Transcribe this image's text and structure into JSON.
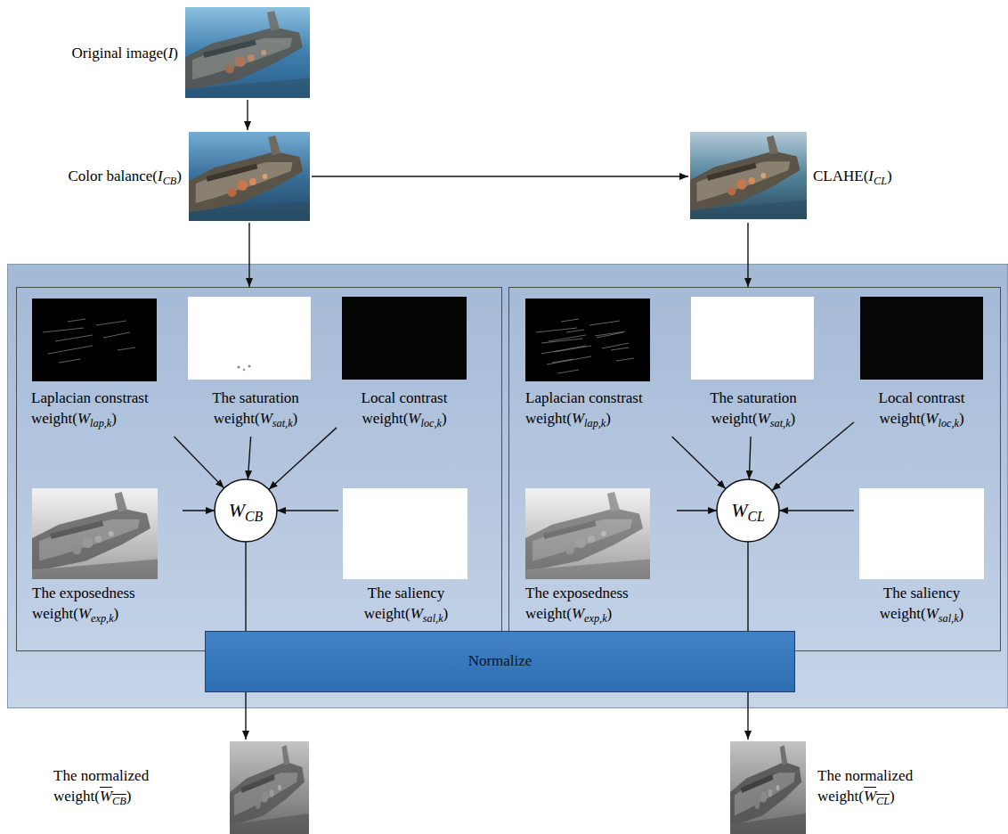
{
  "diagram": {
    "nodes": [
      {
        "text": [
          "Original image(I)"
        ]
      },
      {
        "text": [
          "Color balance(ICB)"
        ]
      },
      {
        "text": [
          "CLAHE(ICL)"
        ]
      },
      {
        "text": []
      },
      {
        "text": [],
        "in": 3
      },
      {
        "text": [
          "Laplacian constrast weight(Wlap,k)"
        ],
        "in": 4
      },
      {
        "text": [
          "The saturation weight(Wsat,k)"
        ],
        "in": 4
      },
      {
        "text": [
          "Local contrast weight(Wloc,k)"
        ],
        "in": 4
      },
      {
        "text": [
          "The exposedness weight(Wexp,k)"
        ],
        "in": 4
      },
      {
        "text": [
          "WCB"
        ],
        "in": 4
      },
      {
        "text": [
          "The saliency weight(Wsal,k)"
        ],
        "in": 4
      },
      {
        "text": [],
        "in": 3
      },
      {
        "text": [
          "Laplacian constrast weight(Wlap,k)"
        ],
        "in": 11
      },
      {
        "text": [
          "The saturation weight(Wsat,k)"
        ],
        "in": 11
      },
      {
        "text": [
          "Local contrast weight(Wloc,k)"
        ],
        "in": 11
      },
      {
        "text": [
          "The exposedness weight(Wexp,k)"
        ],
        "in": 11
      },
      {
        "text": [
          "WCL"
        ],
        "in": 11
      },
      {
        "text": [
          "The saliency weight(Wsal,k)"
        ],
        "in": 11
      },
      {
        "text": [
          "Normalize"
        ],
        "in": 3
      },
      {
        "text": [
          "The normalized weight(WCB)"
        ]
      },
      {
        "text": [
          "The normalized weight(WCL)"
        ]
      }
    ],
    "edges": [
      {
        "from": 0,
        "to": 1,
        "arrow": "to"
      },
      {
        "from": 1,
        "to": 2,
        "arrow": "to"
      },
      {
        "from": 1,
        "to": 4,
        "arrow": "to"
      },
      {
        "from": 2,
        "to": 11,
        "arrow": "to"
      },
      {
        "from": 5,
        "to": 9,
        "arrow": "to"
      },
      {
        "from": 6,
        "to": 9,
        "arrow": "to"
      },
      {
        "from": 7,
        "to": 9,
        "arrow": "to"
      },
      {
        "from": 8,
        "to": 9,
        "arrow": "to"
      },
      {
        "from": 10,
        "to": 9,
        "arrow": "to"
      },
      {
        "from": 12,
        "to": 16,
        "arrow": "to"
      },
      {
        "from": 13,
        "to": 16,
        "arrow": "to"
      },
      {
        "from": 14,
        "to": 16,
        "arrow": "to"
      },
      {
        "from": 15,
        "to": 16,
        "arrow": "to"
      },
      {
        "from": 17,
        "to": 16,
        "arrow": "to"
      },
      {
        "from": 9,
        "to": 18,
        "arrow": "none"
      },
      {
        "from": 16,
        "to": 18,
        "arrow": "none"
      },
      {
        "from": 18,
        "to": 19,
        "arrow": "to"
      },
      {
        "from": 18,
        "to": 20,
        "arrow": "to"
      }
    ]
  }
}
